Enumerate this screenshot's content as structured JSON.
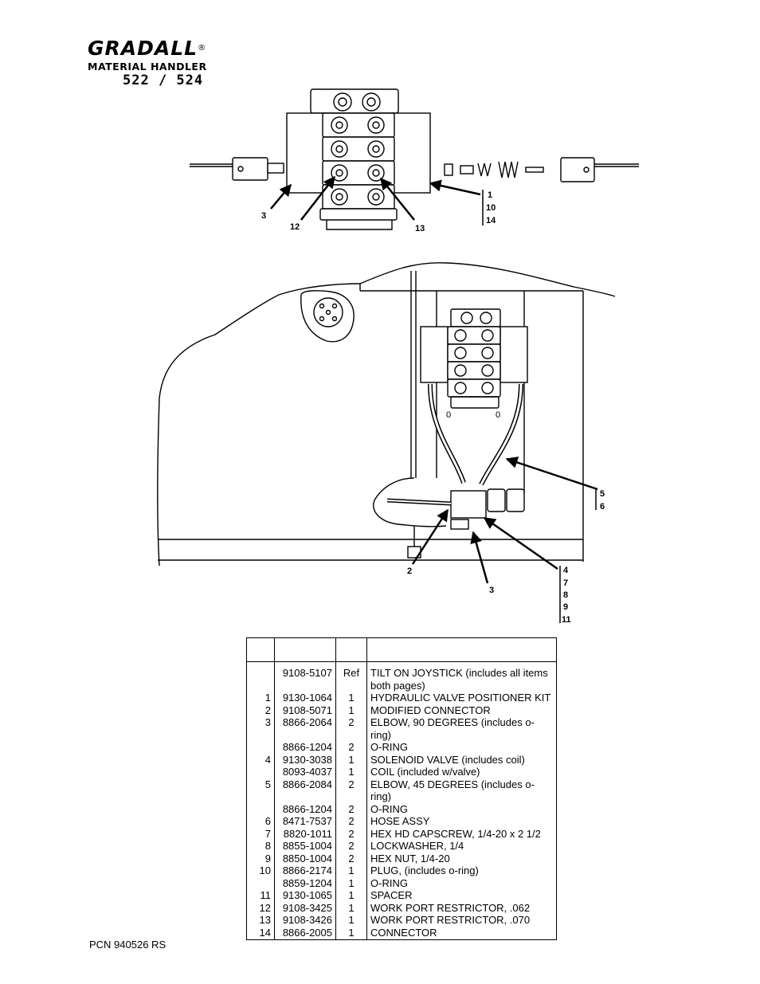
{
  "logo": {
    "brand": "GRADALL",
    "registered": "®",
    "subtitle": "MATERIAL HANDLER",
    "model": "522 / 524"
  },
  "callouts": {
    "top": {
      "c3": "3",
      "c12": "12",
      "c13": "13",
      "c1": "1",
      "c10": "10",
      "c14": "14"
    },
    "bottom": {
      "c5": "5",
      "c6": "6",
      "c2": "2",
      "c3": "3",
      "c4": "4",
      "c7": "7",
      "c8": "8",
      "c9": "9",
      "c11": "11"
    }
  },
  "parts_table": {
    "headers": [
      "",
      "",
      "",
      ""
    ],
    "rows": [
      {
        "item": "",
        "part": "9108-5107",
        "qty": "Ref",
        "desc": "TILT ON JOYSTICK (includes all items both pages)"
      },
      {
        "item": "1",
        "part": "9130-1064",
        "qty": "1",
        "desc": "HYDRAULIC VALVE POSITIONER KIT"
      },
      {
        "item": "2",
        "part": "9108-5071",
        "qty": "1",
        "desc": "MODIFIED CONNECTOR"
      },
      {
        "item": "3",
        "part": "8866-2064",
        "qty": "2",
        "desc": "ELBOW, 90 DEGREES (includes o-ring)"
      },
      {
        "item": "",
        "part": "8866-1204",
        "qty": "2",
        "desc": "O-RING"
      },
      {
        "item": "4",
        "part": "9130-3038",
        "qty": "1",
        "desc": "SOLENOID VALVE (includes coil)"
      },
      {
        "item": "",
        "part": "8093-4037",
        "qty": "1",
        "desc": "COIL (included w/valve)"
      },
      {
        "item": "5",
        "part": "8866-2084",
        "qty": "2",
        "desc": "ELBOW, 45 DEGREES (includes o-ring)"
      },
      {
        "item": "",
        "part": "8866-1204",
        "qty": "2",
        "desc": "O-RING"
      },
      {
        "item": "6",
        "part": "8471-7537",
        "qty": "2",
        "desc": "HOSE ASSY"
      },
      {
        "item": "7",
        "part": "8820-1011",
        "qty": "2",
        "desc": "HEX HD CAPSCREW, 1/4-20 x 2 1/2"
      },
      {
        "item": "8",
        "part": "8855-1004",
        "qty": "2",
        "desc": "LOCKWASHER, 1/4"
      },
      {
        "item": "9",
        "part": "8850-1004",
        "qty": "2",
        "desc": "HEX NUT, 1/4-20"
      },
      {
        "item": "10",
        "part": "8866-2174",
        "qty": "1",
        "desc": "PLUG, (includes o-ring)"
      },
      {
        "item": "",
        "part": "8859-1204",
        "qty": "1",
        "desc": "O-RING"
      },
      {
        "item": "11",
        "part": "9130-1065",
        "qty": "1",
        "desc": "SPACER"
      },
      {
        "item": "12",
        "part": "9108-3425",
        "qty": "1",
        "desc": "WORK PORT RESTRICTOR, .062"
      },
      {
        "item": "13",
        "part": "9108-3426",
        "qty": "1",
        "desc": "WORK PORT RESTRICTOR, .070"
      },
      {
        "item": "14",
        "part": "8866-2005",
        "qty": "1",
        "desc": "CONNECTOR"
      }
    ]
  },
  "footer": {
    "pcn": "PCN 940526 RS"
  }
}
